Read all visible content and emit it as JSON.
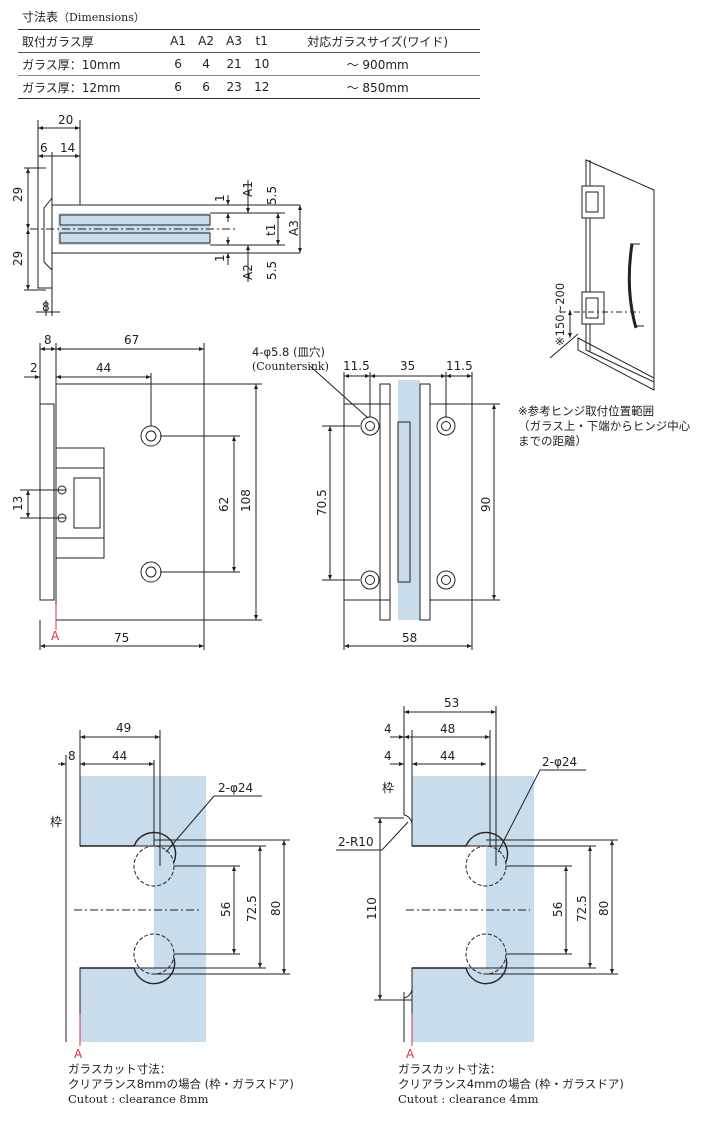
{
  "table": {
    "title_jp": "寸法表",
    "title_en": "（Dimensions）",
    "headers": [
      "取付ガラス厚",
      "A1",
      "A2",
      "A3",
      "t1",
      "対応ガラスサイズ(ワイド)"
    ],
    "rows": [
      [
        "ガラス厚：10mm",
        "6",
        "4",
        "21",
        "10",
        "～ 900mm"
      ],
      [
        "ガラス厚：12mm",
        "6",
        "6",
        "23",
        "12",
        "～ 850mm"
      ]
    ]
  },
  "side_view": {
    "dims": [
      "20",
      "6",
      "14",
      "29",
      "29",
      "8",
      "1",
      "A1",
      "5.5",
      "A3",
      "t1",
      "1",
      "A2",
      "5.5"
    ]
  },
  "front_view": {
    "dims": [
      "8",
      "67",
      "2",
      "44",
      "13",
      "62",
      "108",
      "75"
    ],
    "datum": "A"
  },
  "top_view": {
    "hole_label_1": "4-φ5.8 (皿穴)",
    "hole_label_2": "(Countersink)",
    "dims": [
      "11.5",
      "35",
      "11.5",
      "70.5",
      "90",
      "58"
    ]
  },
  "iso_view": {
    "range_label": "※150~200",
    "note": [
      "※参考ヒンジ取付位置範囲",
      "（ガラス上・下端からヒンジ中心",
      "までの距離）"
    ]
  },
  "cutout_8mm": {
    "dims": [
      "49",
      "8",
      "44",
      "56",
      "72.5",
      "80"
    ],
    "frame_label": "枠",
    "hole_label": "2-φ24",
    "datum": "A",
    "caption_1": "ガラスカット寸法：",
    "caption_2": "クリアランス8mmの場合 (枠・ガラスドア)",
    "caption_en": "Cutout : clearance 8mm"
  },
  "cutout_4mm": {
    "dims": [
      "53",
      "4",
      "48",
      "4",
      "44",
      "56",
      "72.5",
      "80",
      "110"
    ],
    "frame_label": "枠",
    "hole_label": "2-φ24",
    "radius_label": "2-R10",
    "datum": "A",
    "caption_1": "ガラスカット寸法：",
    "caption_2": "クリアランス4mmの場合 (枠・ガラスドア)",
    "caption_en": "Cutout : clearance 4mm"
  },
  "colors": {
    "glass": "#c9dcec",
    "line": "#222222",
    "datum": "#d9314a"
  }
}
